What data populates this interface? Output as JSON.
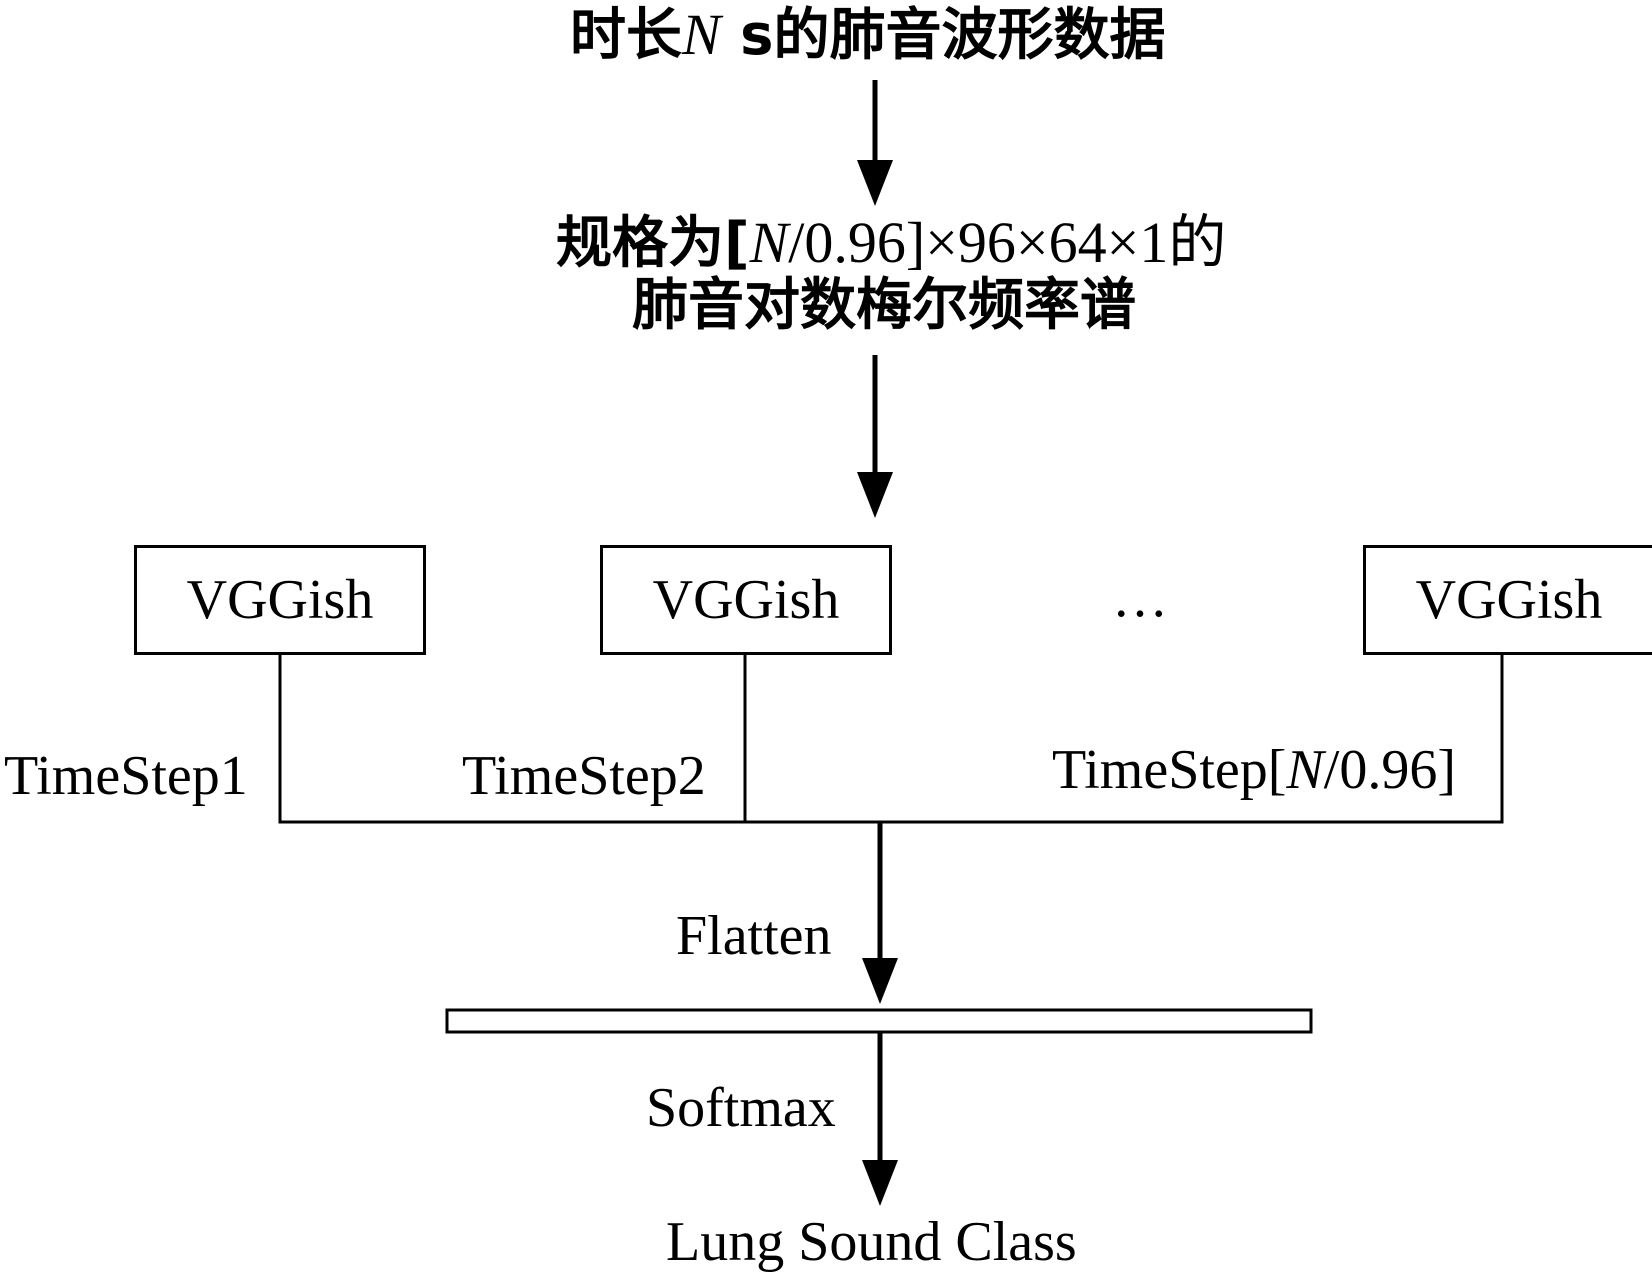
{
  "input": {
    "prefix": "时长",
    "var": "N",
    "suffix": " s的肺音波形数据"
  },
  "spectrogram": {
    "line1_prefix": "规格为[",
    "line1_var": "N",
    "line1_suffix": "/0.96]×96×64×1的",
    "line2": "肺音对数梅尔频率谱"
  },
  "vggish_blocks": [
    {
      "label": "VGGish"
    },
    {
      "label": "VGGish"
    },
    {
      "label": "VGGish"
    }
  ],
  "ellipsis": "…",
  "timesteps": {
    "step1": "TimeStep1",
    "step2": "TimeStep2",
    "stepN_prefix": "TimeStep[",
    "stepN_var": "N",
    "stepN_suffix": "/0.96]"
  },
  "flatten_label": "Flatten",
  "softmax_label": "Softmax",
  "output_label": "Lung Sound Class",
  "colors": {
    "stroke": "#000000",
    "background": "#ffffff"
  }
}
